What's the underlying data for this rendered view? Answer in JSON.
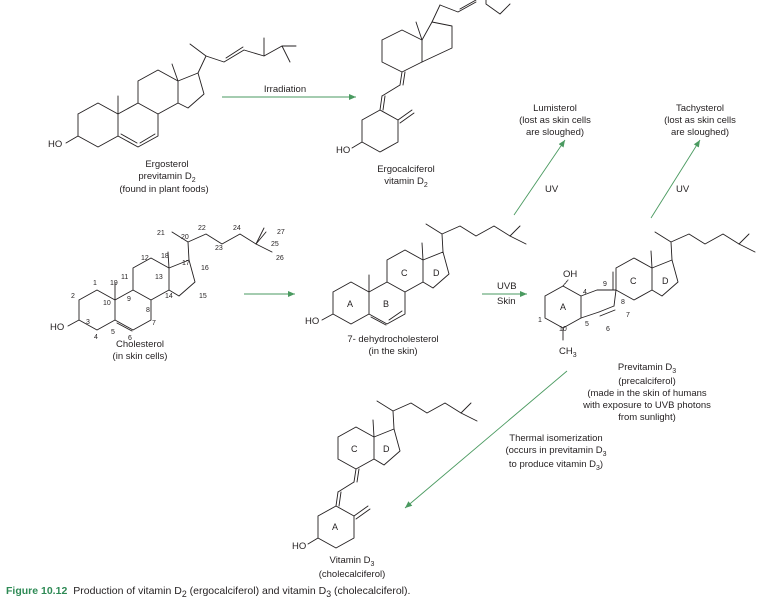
{
  "molecules": {
    "ergosterol": {
      "name": "Ergosterol",
      "line2": "previtamin D",
      "line2_sub": "2",
      "line3": "(found in plant foods)",
      "ho": "HO"
    },
    "ergocalciferol": {
      "name": "Ergocalciferol",
      "line2": "vitamin D",
      "line2_sub": "2",
      "ho": "HO"
    },
    "lumisterol": {
      "line1": "Lumisterol",
      "line2": "(lost as skin cells",
      "line3": "are sloughed)"
    },
    "tachysterol": {
      "line1": "Tachysterol",
      "line2": "(lost as skin cells",
      "line3": "are sloughed)"
    },
    "cholesterol": {
      "name": "Cholesterol",
      "line2": "(in skin cells)",
      "ho": "HO",
      "numbers": [
        "1",
        "2",
        "3",
        "4",
        "5",
        "6",
        "7",
        "8",
        "9",
        "10",
        "11",
        "12",
        "13",
        "14",
        "15",
        "16",
        "17",
        "18",
        "19",
        "20",
        "21",
        "22",
        "23",
        "24",
        "25",
        "26",
        "27"
      ]
    },
    "dehydrocholesterol": {
      "name": "7- dehydrocholesterol",
      "line2": "(in the skin)",
      "ho": "HO",
      "rings": [
        "A",
        "B",
        "C",
        "D"
      ]
    },
    "previtamin_d3": {
      "name": "Previtamin D",
      "name_sub": "3",
      "line2": "(precalciferol)",
      "line3": "(made in the skin of humans",
      "line4": "with exposure to UVB photons",
      "line5": "from sunlight)",
      "oh": "OH",
      "ch3": "CH",
      "ch3_sub": "3",
      "rings": [
        "A",
        "C",
        "D"
      ],
      "numbers": [
        "1",
        "4",
        "5",
        "6",
        "7",
        "8",
        "9",
        "10"
      ]
    },
    "vitamin_d3": {
      "name": "Vitamin D",
      "name_sub": "3",
      "line2": "(cholecalciferol)",
      "ho": "HO",
      "rings": [
        "A",
        "C",
        "D"
      ]
    }
  },
  "arrows": {
    "irradiation": "Irradiation",
    "uv_left": "UV",
    "uv_right": "UV",
    "uvb": "UVB",
    "skin": "Skin",
    "thermal": {
      "line1": "Thermal isomerization",
      "line2": "(occurs in previtamin D",
      "line2_sub": "3",
      "line3": "to produce vitamin D",
      "line3_sub": "3",
      "line3_end": ")"
    }
  },
  "caption": {
    "figure": "Figure 10.12",
    "text": "Production of vitamin D",
    "sub1": "2",
    "text2": " (ergocalciferol) and vitamin D",
    "sub2": "3",
    "text3": " (cholecalciferol)."
  },
  "colors": {
    "arrow": "#4a9a60",
    "caption_label": "#2e8a55",
    "ink": "#231f20"
  }
}
